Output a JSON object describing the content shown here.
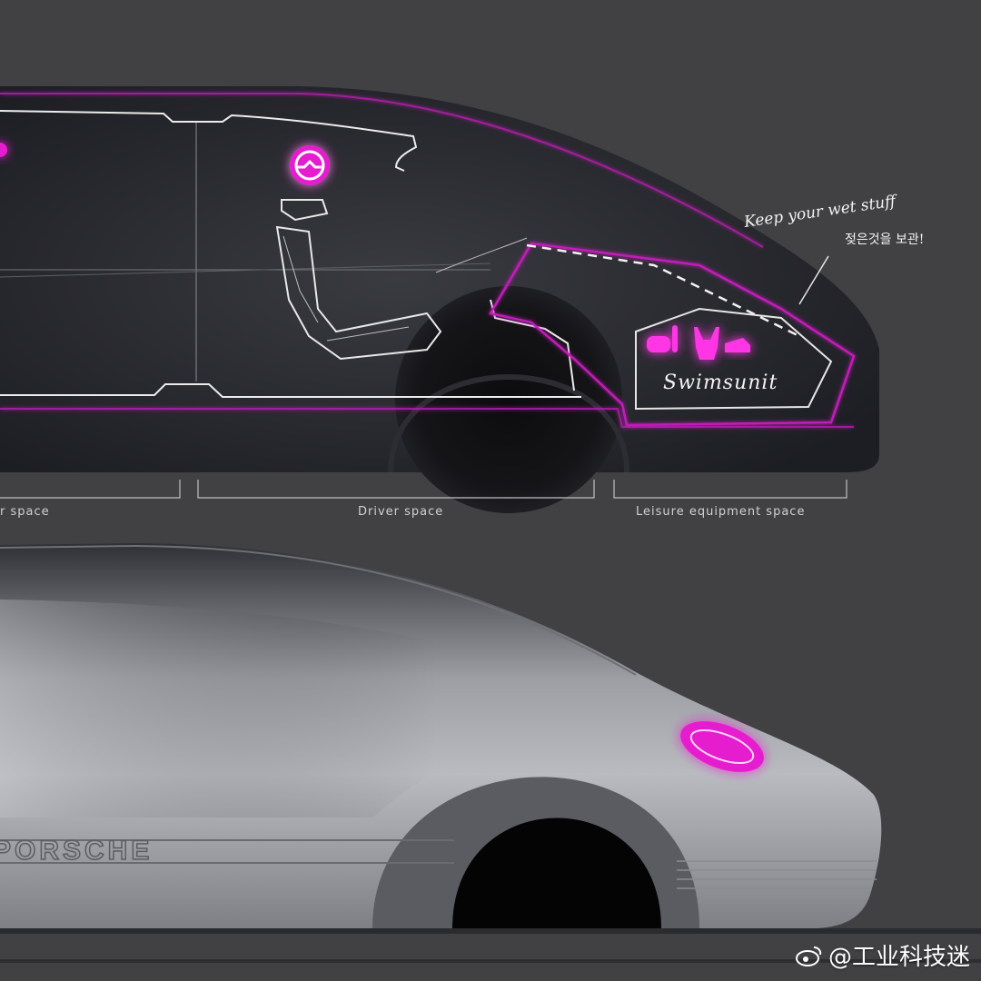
{
  "segments": {
    "passenger": "r space",
    "driver": "Driver space",
    "leisure": "Leisure equipment space"
  },
  "annotation": {
    "line1": "Keep your wet stuff",
    "line2": "젖은것을 보관!"
  },
  "compartment_label": "Swimsunit",
  "side_brand": "PORSCHE",
  "watermark": "@工业科技迷",
  "colors": {
    "accent": "#e61ecf",
    "background": "#414143"
  },
  "icons": [
    "steering-wheel-icon",
    "snorkel-mask-icon",
    "swimsuit-icon",
    "shoe-icon",
    "weibo-icon"
  ]
}
